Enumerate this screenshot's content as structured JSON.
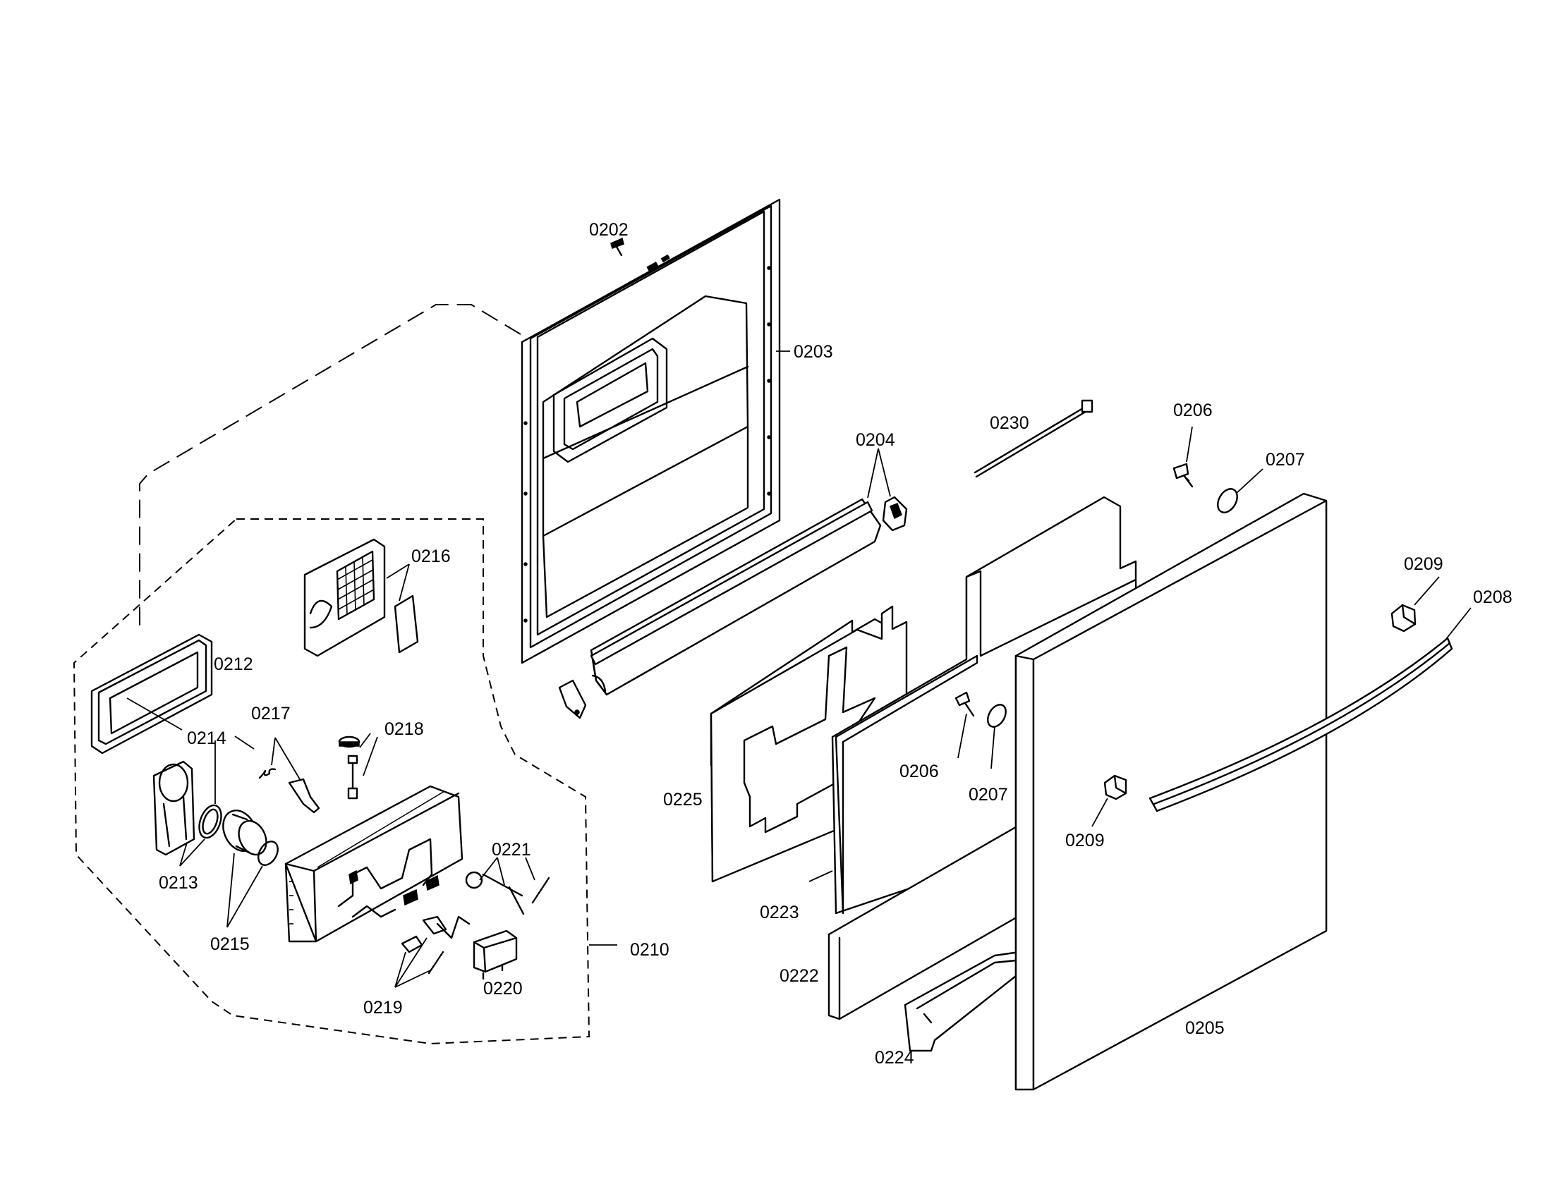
{
  "labels": {
    "p0202": "0202",
    "p0203": "0203",
    "p0204": "0204",
    "p0205": "0205",
    "p0206a": "0206",
    "p0206b": "0206",
    "p0207a": "0207",
    "p0207b": "0207",
    "p0208": "0208",
    "p0209a": "0209",
    "p0209b": "0209",
    "p0210": "0210",
    "p0212": "0212",
    "p0213": "0213",
    "p0214": "0214",
    "p0215": "0215",
    "p0216": "0216",
    "p0217": "0217",
    "p0218": "0218",
    "p0219": "0219",
    "p0220": "0220",
    "p0221": "0221",
    "p0222": "0222",
    "p0223": "0223",
    "p0224": "0224",
    "p0225": "0225",
    "p0230": "0230"
  }
}
